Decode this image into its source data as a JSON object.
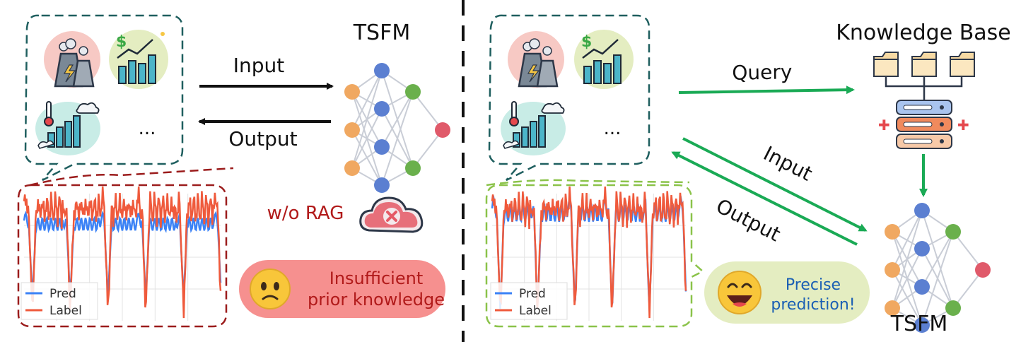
{
  "left_panel": {
    "model_title": "TSFM",
    "input_label": "Input",
    "output_label": "Output",
    "ellipsis": "...",
    "rag_label": "w/o RAG",
    "legend_pred": "Pred",
    "legend_label": "Label",
    "note": [
      "Insufficient",
      "prior knowledge"
    ]
  },
  "right_panel": {
    "kb_title": "Knowledge Base",
    "query_label": "Query",
    "input_label": "Input",
    "output_label": "Output",
    "ellipsis": "...",
    "model_title": "TSFM",
    "legend_pred": "Pred",
    "legend_label": "Label",
    "note": [
      "Precise",
      "prediction!"
    ]
  },
  "colors": {
    "pred": "#3b82f6",
    "label": "#ef5a3c",
    "left_bubble": "#1f5f5f",
    "left_plot_border": "#9b1c1c",
    "right_plot_border": "#8bc34a",
    "arrow_black": "#111111",
    "arrow_green": "#1aaa55",
    "node_orange": "#f0a861",
    "node_blue": "#5b7fd1",
    "node_green": "#6ab04c",
    "node_red": "#e05a6a"
  },
  "icons": [
    "power-plant-icon",
    "money-chart-icon",
    "weather-chart-icon",
    "folder-icon",
    "server-icon",
    "sad-face-icon",
    "happy-face-icon",
    "cloud-error-icon"
  ]
}
